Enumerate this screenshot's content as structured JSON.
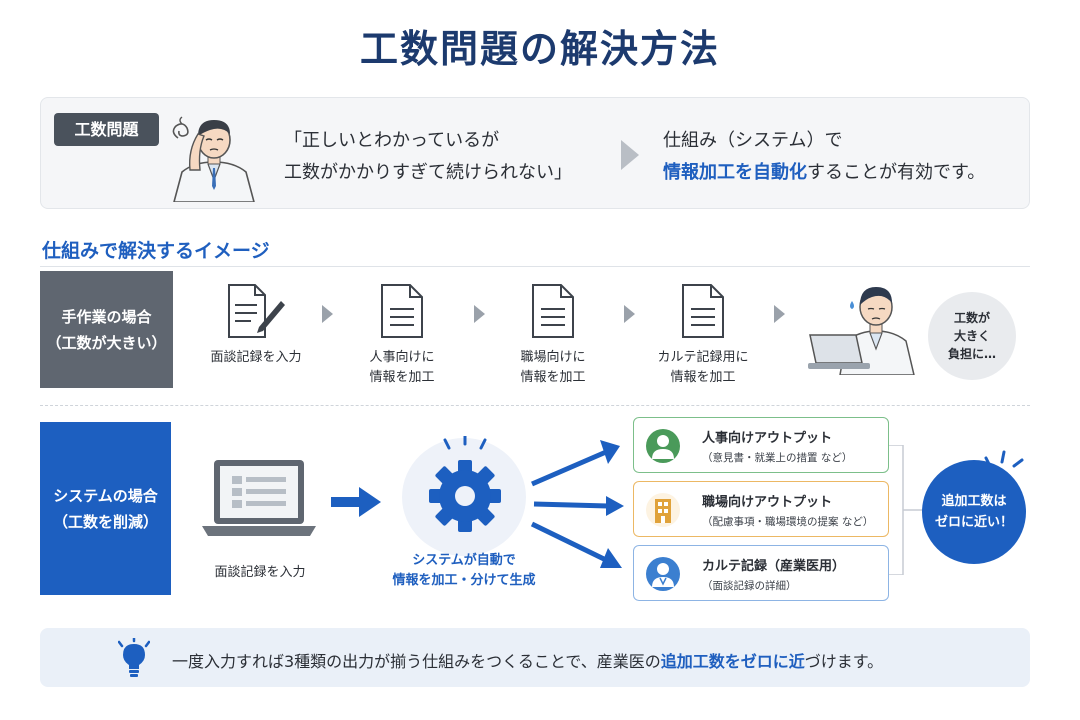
{
  "title": "工数問題の解決方法",
  "problem": {
    "tag": "工数問題",
    "quote_line1": "「正しいとわかっているが",
    "quote_line2": "工数がかかりすぎて続けられない」",
    "solution_line1": "仕組み（システム）で",
    "solution_line2_highlight": "情報加工を自動化",
    "solution_line2_rest": "することが有効です。"
  },
  "section": {
    "heading": "仕組みで解決するイメージ"
  },
  "manual": {
    "label_line1": "手作業の場合",
    "label_line2": "（工数が大きい）",
    "steps": [
      {
        "line1": "面談記録を入力",
        "line2": ""
      },
      {
        "line1": "人事向けに",
        "line2": "情報を加工"
      },
      {
        "line1": "職場向けに",
        "line2": "情報を加工"
      },
      {
        "line1": "カルテ記録用に",
        "line2": "情報を加工"
      }
    ],
    "burden": {
      "line1": "工数が",
      "line2": "大きく",
      "line3": "負担に…"
    }
  },
  "system": {
    "label_line1": "システムの場合",
    "label_line2": "（工数を削減）",
    "input_caption": "面談記録を入力",
    "gear_caption_line1": "システムが自動で",
    "gear_caption_line2": "情報を加工・分けて生成",
    "outputs": [
      {
        "title": "人事向けアウトプット",
        "sub": "（意見書・就業上の措置 など）",
        "color": "#4a9a5a",
        "bg": "#eaf4ec"
      },
      {
        "title": "職場向けアウトプット",
        "sub": "（配慮事項・職場環境の提案 など）",
        "color": "#e0a23a",
        "bg": "#fdf3e2"
      },
      {
        "title": "カルテ記録（産業医用）",
        "sub": "（面談記録の詳細）",
        "color": "#3b7fd0",
        "bg": "#e6effa"
      }
    ],
    "zero": {
      "line1": "追加工数は",
      "line2": "ゼロに近い！"
    }
  },
  "bottom": {
    "text_before": "一度入力すれば3種類の出力が揃う仕組みをつくることで、産業医の",
    "text_highlight": "追加工数をゼロに近",
    "text_after": "づけます。"
  },
  "colors": {
    "title": "#1c3a6e",
    "accent_blue": "#1f5fbf",
    "manual_gray": "#5f6670",
    "system_blue": "#1d5fc0"
  },
  "icons": {
    "problem_person": "troubled-doctor-icon",
    "manual_person": "stressed-doctor-laptop-icon",
    "documents": "document-icon",
    "gear": "gear-icon",
    "laptop": "laptop-icon",
    "bulb": "lightbulb-icon"
  }
}
